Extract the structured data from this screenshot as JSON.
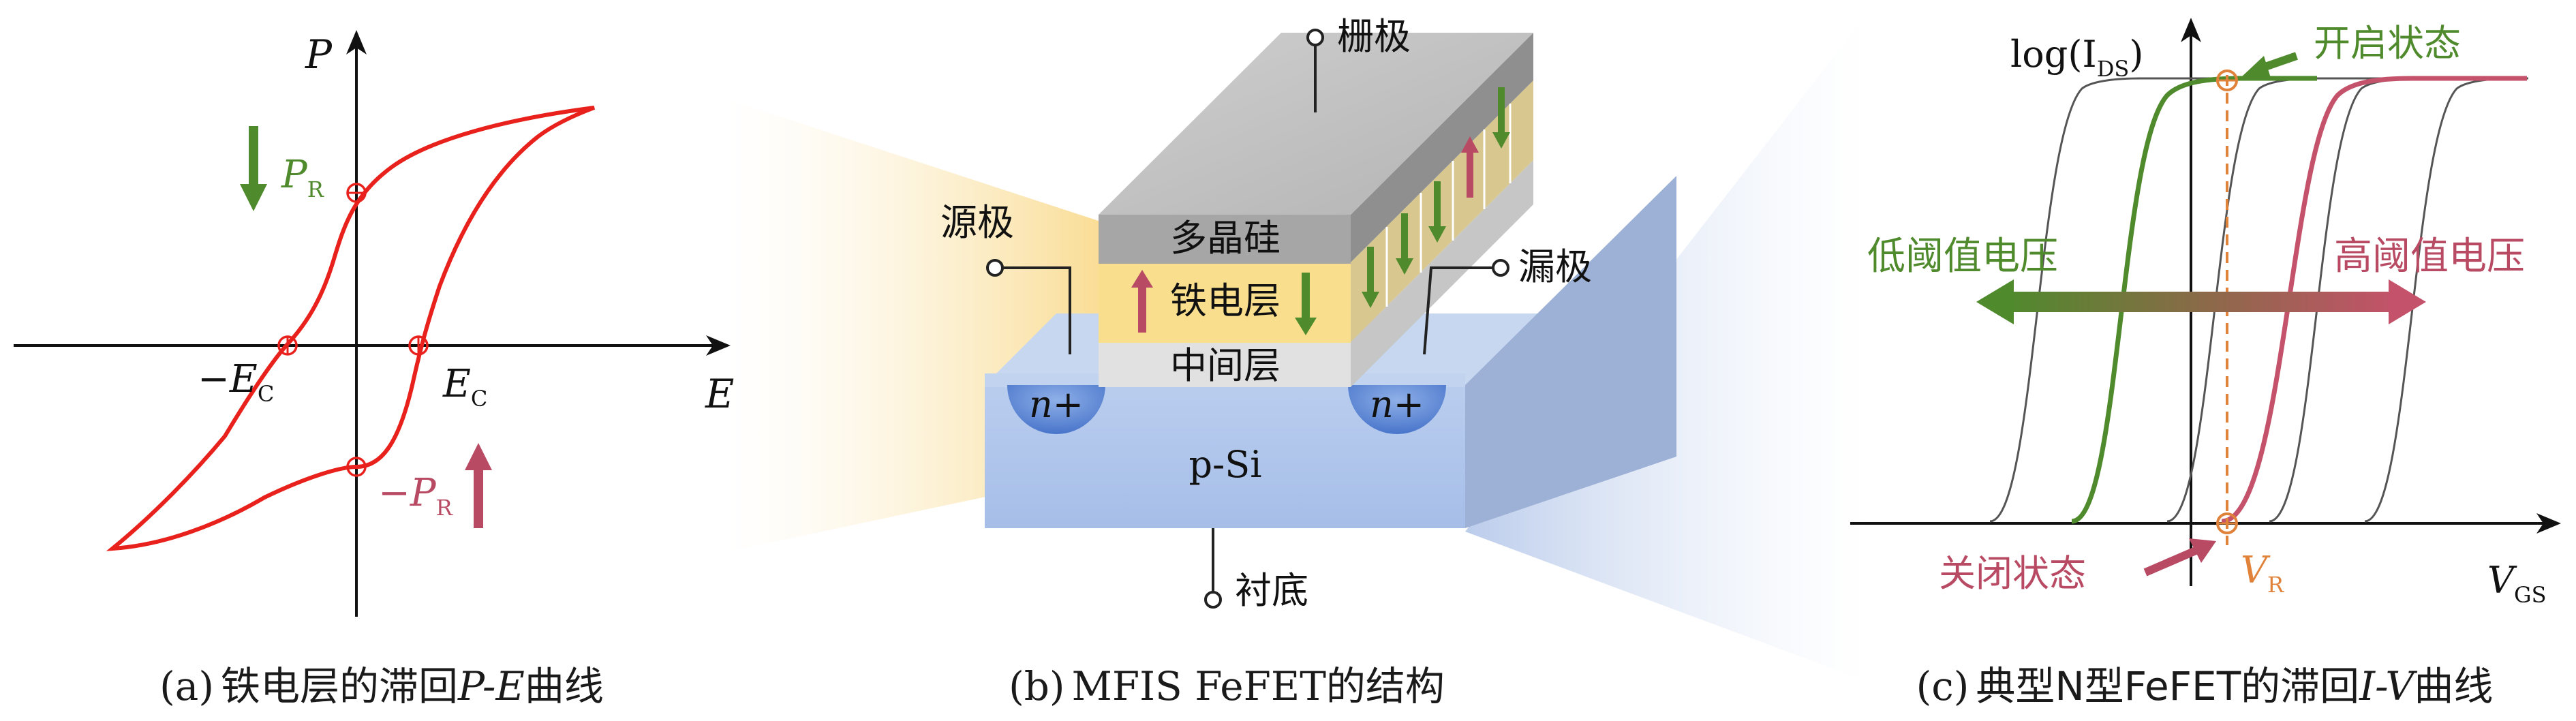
{
  "panel_a": {
    "axis_y": "P",
    "axis_x": "E",
    "pr": "P",
    "pr_sub": "R",
    "neg_pr": "−P",
    "neg_pr_sub": "R",
    "ec": "E",
    "ec_sub": "C",
    "neg_ec": "−E",
    "neg_ec_sub": "C",
    "caption_prefix": "(a)",
    "caption_cn1": "铁电层的滞回",
    "caption_pe": "P-E",
    "caption_cn2": "曲线"
  },
  "panel_b": {
    "gate": "栅极",
    "poly": "多晶硅",
    "ferro": "铁电层",
    "inter": "中间层",
    "source": "源极",
    "drain": "漏极",
    "nplus_left": "n+",
    "nplus_right": "n+",
    "psi": "p-Si",
    "substrate": "衬底",
    "caption_prefix": "(b)",
    "caption_en": "MFIS FeFET",
    "caption_cn": "的结构"
  },
  "panel_c": {
    "ylabel": "log(I",
    "ylabel_sub": "DS",
    "ylabel_end": ")",
    "on_state": "开启状态",
    "off_state": "关闭状态",
    "low_vt": "低阈值电压",
    "high_vt": "高阈值电压",
    "vr": "V",
    "vr_sub": "R",
    "vgs": "V",
    "vgs_sub": "GS",
    "caption_prefix": "(c)",
    "caption_cn1": "典型N型FeFET的滞回",
    "caption_iv": "I-V",
    "caption_cn2": "曲线"
  },
  "colors": {
    "red_curve": "#e8211c",
    "green": "#4f8a2c",
    "rose": "#b84a63",
    "orange": "#e0823a",
    "gray_curve": "#555555"
  }
}
